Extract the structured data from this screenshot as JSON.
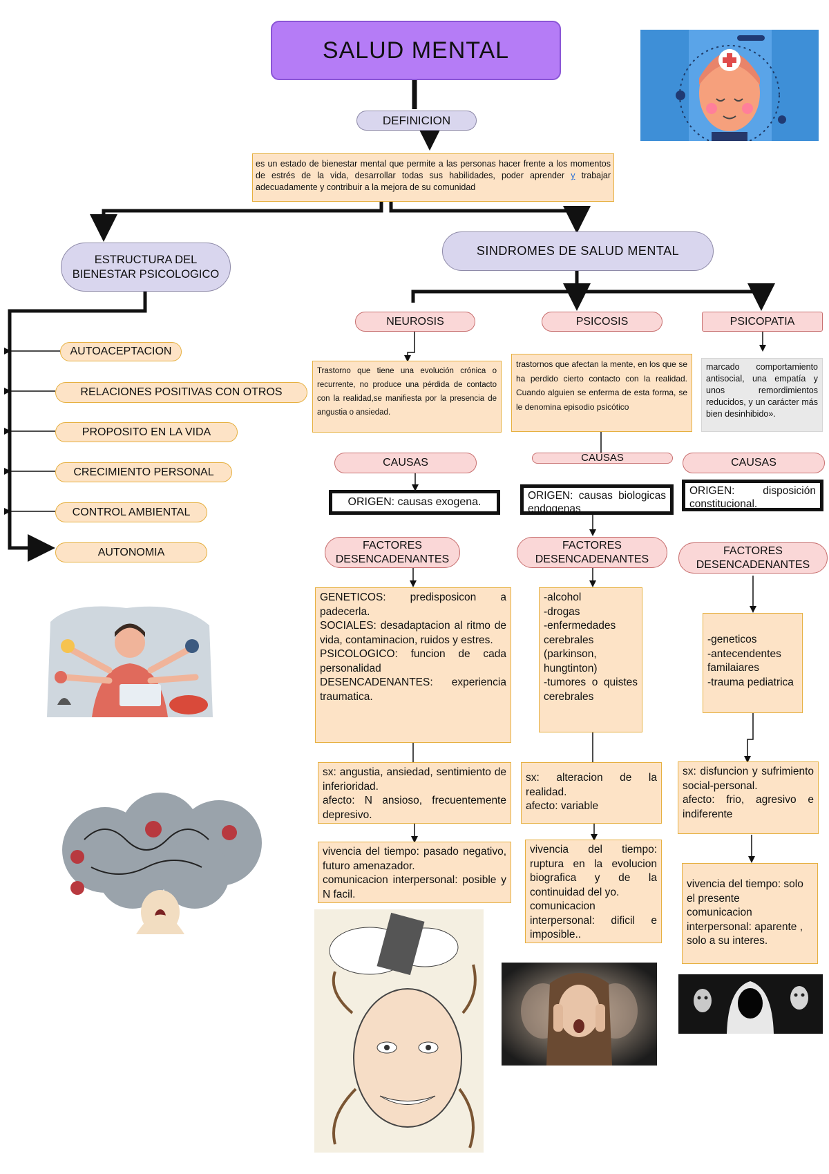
{
  "title": "SALUD MENTAL",
  "definicion": {
    "label": "DEFINICION",
    "text_a": "es un estado de bienestar mental que permite a las personas hacer frente a los momentos de estrés de la vida, desarrollar todas sus habilidades, poder aprender ",
    "text_y": "y",
    "text_b": " trabajar adecuadamente y contribuir a la mejora de su comunidad"
  },
  "estructura": {
    "title": "ESTRUCTURA DEL BIENESTAR PSICOLOGICO",
    "items": [
      "AUTOACEPTACION",
      "RELACIONES POSITIVAS CON OTROS",
      "PROPOSITO EN LA VIDA",
      "CRECIMIENTO PERSONAL",
      "CONTROL AMBIENTAL",
      "AUTONOMIA"
    ]
  },
  "sindromes": {
    "title": "SINDROMES DE SALUD MENTAL",
    "neurosis": {
      "label": "NEUROSIS",
      "def": "Trastorno que tiene una evolución crónica o recurrente, no produce una pérdida de contacto con la realidad,se manifiesta por la presencia de angustia o ansiedad.",
      "causas": "CAUSAS",
      "origen": "ORIGEN: causas exogena.",
      "factores": "FACTORES DESENCADENANTES",
      "factores_text": "GENETICOS: predisposicon a padecerla.\nSOCIALES: desadaptacion al ritmo de vida, contaminacion, ruidos y estres.\nPSICOLOGICO: funcion de cada personalidad\nDESENCADENANTES: experiencia traumatica.",
      "sx": "sx: angustia, ansiedad, sentimiento de inferioridad.\nafecto: N ansioso, frecuentemente depresivo.",
      "vivencia": "vivencia del tiempo: pasado negativo, futuro amenazador.\ncomunicacion interpersonal: posible y N facil."
    },
    "psicosis": {
      "label": "PSICOSIS",
      "def": "trastornos que afectan la mente, en los que se ha perdido cierto contacto con la realidad. Cuando alguien se enferma de esta forma, se le denomina episodio psicótico",
      "causas": "CAUSAS",
      "origen": "ORIGEN: causas biologicas endogenas",
      "factores": "FACTORES DESENCADENANTES",
      "factores_text": "-alcohol\n-drogas\n-enfermedades cerebrales (parkinson, hungtinton)\n-tumores o quistes cerebrales",
      "sx": "sx: alteracion de la realidad.\nafecto: variable",
      "vivencia": "vivencia del tiempo: ruptura en la evolucion biografica y de la continuidad del yo.\ncomunicacion interpersonal: dificil e imposible.."
    },
    "psicopatia": {
      "label": "PSICOPATIA",
      "def": "marcado comportamiento antisocial, una empatía y unos remordimientos reducidos, y un carácter más bien desinhibido».",
      "causas": "CAUSAS",
      "origen": "ORIGEN: disposición constitucional.",
      "factores": "FACTORES DESENCADENANTES",
      "factores_text": "-geneticos\n-antecendentes familaiares\n-trauma pediatrica",
      "sx": "sx: disfuncion y sufrimiento social-personal.\nafecto: frio, agresivo e indiferente",
      "vivencia": "vivencia del tiempo: solo el presente\ncomunicacion interpersonal: aparente , solo a su interes."
    }
  },
  "colors": {
    "title_fill": "#b57cf6",
    "lavender": "#d9d6ee",
    "pink": "#fad7d7",
    "peach": "#fde3c6",
    "peach_border": "#e6b040"
  },
  "images": [
    "mental-health-head-icon",
    "multitasking-man-illustration",
    "stressed-person-cloud-illustration",
    "woman-combing-thoughts-drawing",
    "distressed-girl-photo",
    "hooded-figure-masks-photo"
  ]
}
